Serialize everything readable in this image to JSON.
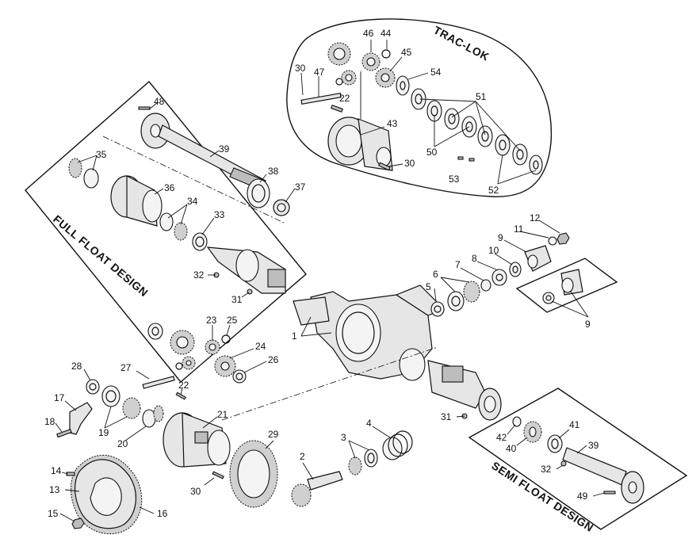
{
  "titles": {
    "trac_lok": "TRAC-LOK",
    "full_float": "FULL FLOAT DESIGN",
    "semi_float": "SEMI FLOAT DESIGN"
  },
  "callouts": {
    "c1": "1",
    "c2": "2",
    "c3": "3",
    "c4": "4",
    "c5": "5",
    "c6": "6",
    "c7": "7",
    "c8": "8",
    "c9a": "9",
    "c9b": "9",
    "c10": "10",
    "c11": "11",
    "c12": "12",
    "c13": "13",
    "c14": "14",
    "c15": "15",
    "c16": "16",
    "c17": "17",
    "c18": "18",
    "c19": "19",
    "c20": "20",
    "c21": "21",
    "c22a": "22",
    "c22b": "22",
    "c23": "23",
    "c24": "24",
    "c25": "25",
    "c26": "26",
    "c27": "27",
    "c28": "28",
    "c29": "29",
    "c30a": "30",
    "c30b": "30",
    "c30c": "30",
    "c31a": "31",
    "c31b": "31",
    "c32a": "32",
    "c32b": "32",
    "c33": "33",
    "c34": "34",
    "c35": "35",
    "c36": "36",
    "c37": "37",
    "c38": "38",
    "c39a": "39",
    "c39b": "39",
    "c40": "40",
    "c41": "41",
    "c42": "42",
    "c43": "43",
    "c44": "44",
    "c45": "45",
    "c46": "46",
    "c47": "47",
    "c48": "48",
    "c49": "49",
    "c50": "50",
    "c51": "51",
    "c52": "52",
    "c53": "53",
    "c54": "54"
  }
}
